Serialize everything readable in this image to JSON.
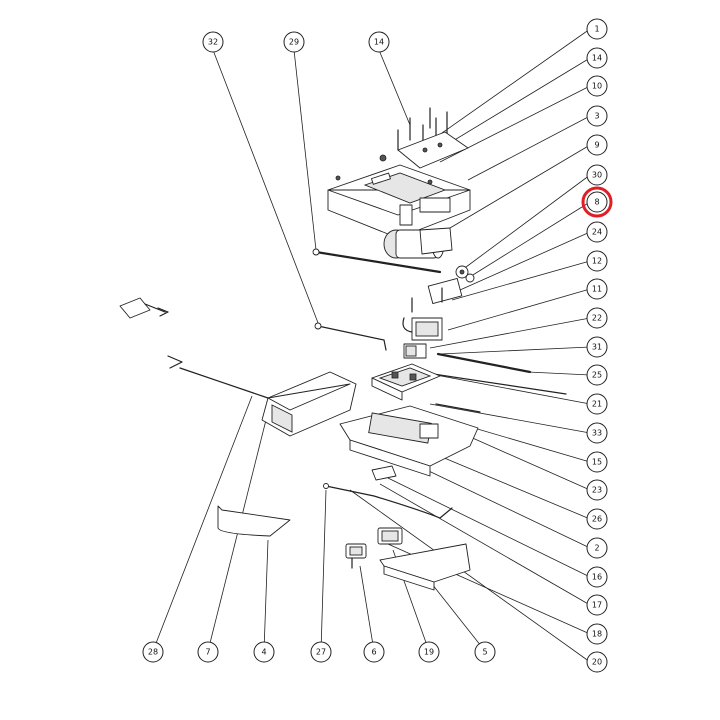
{
  "diagram": {
    "highlight_color": "#e01e25",
    "highlighted_callout": "8",
    "callouts": {
      "c1": "1",
      "c14r": "14",
      "c10": "10",
      "c3": "3",
      "c9": "9",
      "c30": "30",
      "c8": "8",
      "c24": "24",
      "c12": "12",
      "c11": "11",
      "c22": "22",
      "c31": "31",
      "c25": "25",
      "c21": "21",
      "c33": "33",
      "c15": "15",
      "c23": "23",
      "c26": "26",
      "c2": "2",
      "c16": "16",
      "c17": "17",
      "c18": "18",
      "c20": "20",
      "c32": "32",
      "c29": "29",
      "c14t": "14",
      "c28": "28",
      "c7": "7",
      "c4": "4",
      "c27": "27",
      "c6": "6",
      "c19": "19",
      "c5": "5"
    }
  }
}
